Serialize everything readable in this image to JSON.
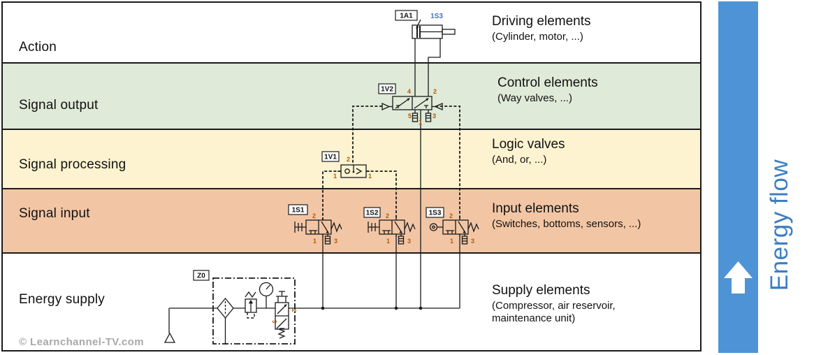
{
  "watermark": "© Learnchannel-TV.com",
  "energy_flow": {
    "label": "Energy flow",
    "bar_color": "#4e93d5",
    "text_color": "#3d7ec4"
  },
  "layers": [
    {
      "label": "Action",
      "heading": "Driving elements",
      "subtitle": "(Cylinder, motor, ...)",
      "color": "#ffffff"
    },
    {
      "label": "Signal output",
      "heading": "Control elements",
      "subtitle": "(Way valves, ...)",
      "color": "#dfead8"
    },
    {
      "label": "Signal processing",
      "heading": "Logic valves",
      "subtitle": "(And, or, ...)",
      "color": "#fdf3d0"
    },
    {
      "label": "Signal input",
      "heading": "Input elements",
      "subtitle": "(Switches, bottoms, sensors, ...)",
      "color": "#f2c6a5"
    },
    {
      "label": "Energy supply",
      "heading": "Supply elements",
      "subtitle": "(Compressor, air reservoir,",
      "subtitle_line2": "maintenance unit)",
      "color": "#ffffff"
    }
  ],
  "schematic": {
    "tags": {
      "cylinder": "1A1",
      "cylinder_sensor": "1S3",
      "way_valve": "1V2",
      "shuttle_valve": "1V1",
      "input_valve_1": "1S1",
      "input_valve_2": "1S2",
      "input_valve_3": "1S3",
      "service_unit": "Z0"
    },
    "ports": {
      "p1": "1",
      "p2": "2",
      "p3": "3",
      "p4": "4",
      "p5": "5"
    },
    "colors": {
      "port_label": "#b35a00",
      "sensor_tag": "#4472c4",
      "line": "#1a1a1a"
    }
  }
}
